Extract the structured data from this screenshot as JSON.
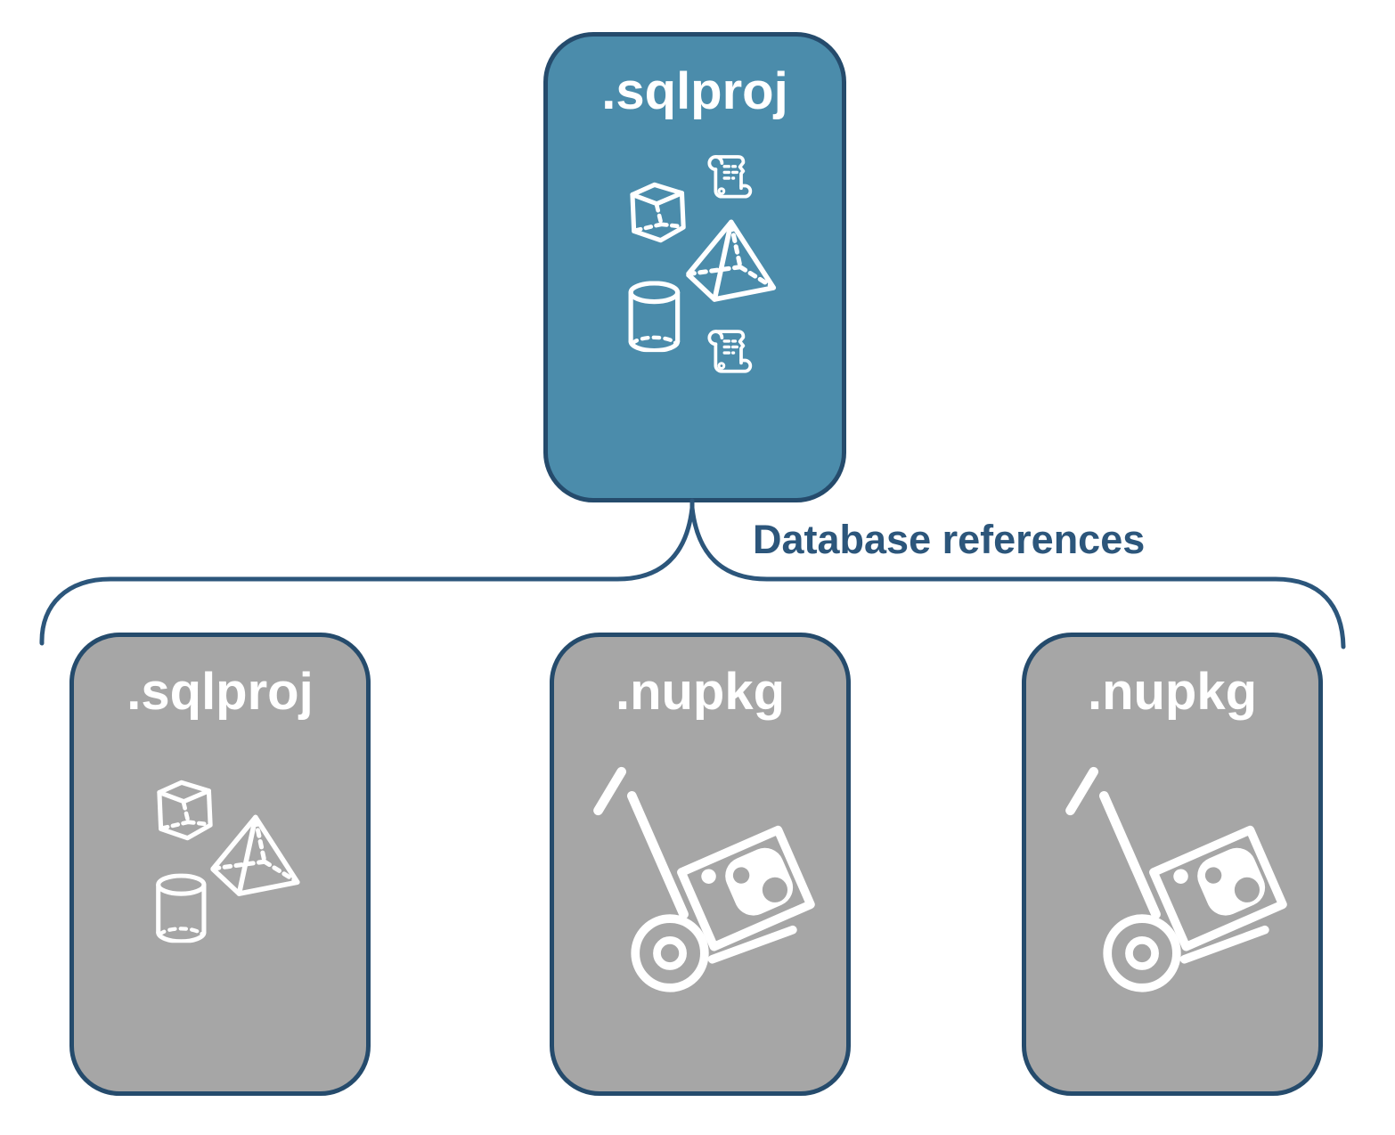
{
  "colors": {
    "parent_fill": "#4B8CAB",
    "child_fill": "#A6A6A6",
    "box_border": "#254B6C",
    "accent": "#2C567B",
    "icon_color": "#FFFFFF",
    "background": "#FFFFFF"
  },
  "parent_box": {
    "label": ".sqlproj",
    "icons": [
      "cube-icon",
      "scroll-icon",
      "pyramid-icon",
      "cylinder-icon",
      "scroll-icon"
    ]
  },
  "connector": {
    "label": "Database references"
  },
  "child_boxes": [
    {
      "label": ".sqlproj",
      "icons": [
        "cube-icon",
        "pyramid-icon",
        "cylinder-icon"
      ]
    },
    {
      "label": ".nupkg",
      "icons": [
        "handtruck-nuget-icon"
      ]
    },
    {
      "label": ".nupkg",
      "icons": [
        "handtruck-nuget-icon"
      ]
    }
  ]
}
